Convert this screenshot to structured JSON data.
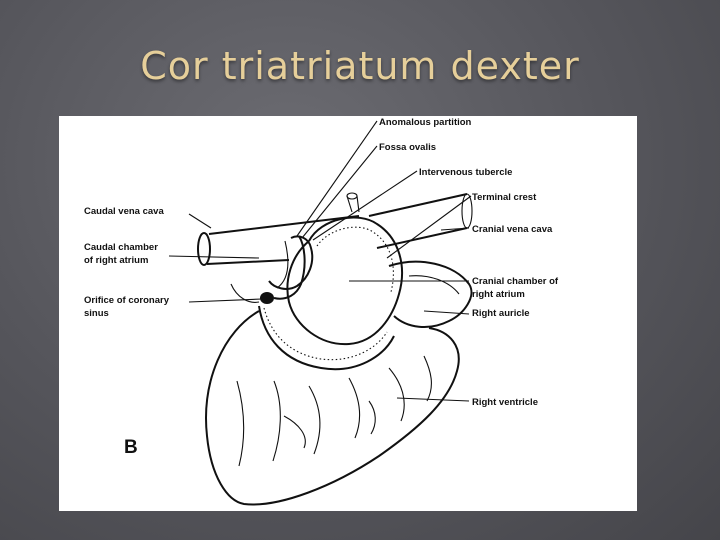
{
  "slide": {
    "title": "Cor triatriatum dexter"
  },
  "figure": {
    "panel_letter": "B",
    "labels": {
      "anomalous_partition": "Anomalous partition",
      "fossa_ovalis": "Fossa ovalis",
      "intervenous_tubercle": "Intervenous tubercle",
      "terminal_crest": "Terminal crest",
      "caudal_vena_cava": "Caudal vena cava",
      "cranial_vena_cava": "Cranial vena cava",
      "caudal_chamber_line1": "Caudal chamber",
      "caudal_chamber_line2": "of right atrium",
      "cranial_chamber_line1": "Cranial chamber of",
      "cranial_chamber_line2": "right atrium",
      "coronary_sinus_line1": "Orifice of coronary",
      "coronary_sinus_line2": "sinus",
      "right_auricle": "Right auricle",
      "right_ventricle": "Right ventricle"
    }
  }
}
